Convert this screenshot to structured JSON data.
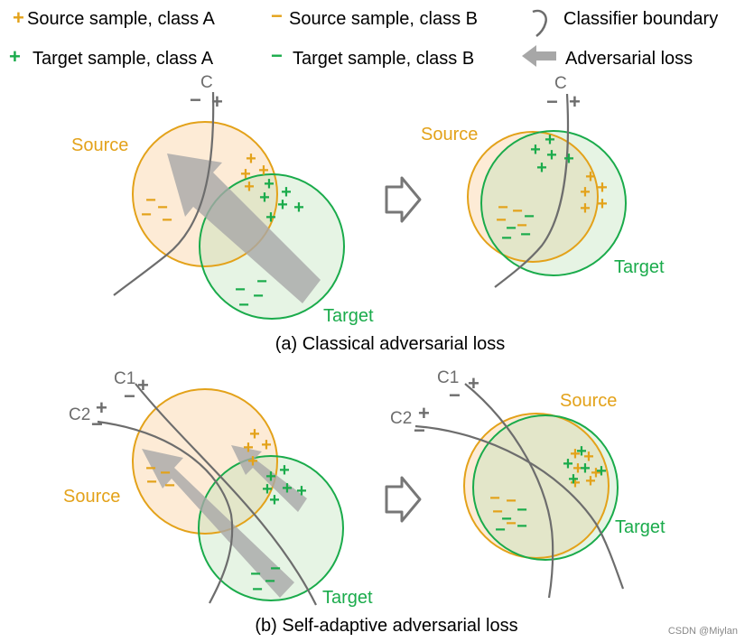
{
  "legend": {
    "source_a": "Source sample, class A",
    "source_b": "Source sample, class B",
    "boundary": "Classifier boundary",
    "target_a": "Target sample, class A",
    "target_b": "Target sample, class B",
    "adversarial": "Adversarial loss"
  },
  "labels": {
    "source": "Source",
    "target": "Target",
    "c": "C",
    "c1": "C1",
    "c2": "C2",
    "plus": "+",
    "minus": "−"
  },
  "captions": {
    "a": "(a) Classical adversarial loss",
    "b": "(b) Self-adaptive adversarial loss"
  },
  "watermark": "CSDN @Miylan",
  "colors": {
    "source": "#e3a21a",
    "target": "#1aab4b",
    "boundary": "#6d6d6d",
    "arrow": "#a7a7a7",
    "source_fill": "#fdebd6",
    "target_fill": "#e6f4e4",
    "overlap_fill": "#e3e6c9"
  },
  "icons": {
    "flow_arrow": "hollow-right-arrow-icon",
    "boundary": "curve-icon",
    "adversarial": "gray-left-arrow-icon"
  }
}
